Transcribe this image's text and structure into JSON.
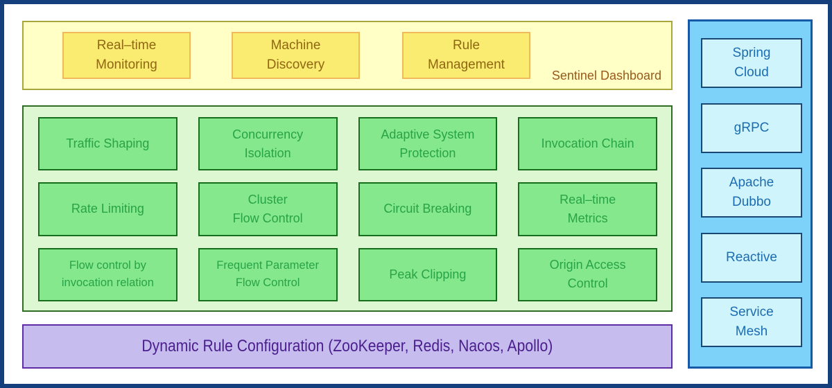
{
  "dashboard": {
    "title": "Sentinel Dashboard",
    "items": [
      {
        "label": "Real–time\nMonitoring"
      },
      {
        "label": "Machine\nDiscovery"
      },
      {
        "label": "Rule\nManagement"
      }
    ]
  },
  "features": {
    "items": [
      {
        "label": "Traffic Shaping"
      },
      {
        "label": "Concurrency\nIsolation"
      },
      {
        "label": "Adaptive System\nProtection"
      },
      {
        "label": "Invocation Chain"
      },
      {
        "label": "Rate Limiting"
      },
      {
        "label": "Cluster\nFlow Control"
      },
      {
        "label": "Circuit Breaking"
      },
      {
        "label": "Real–time\nMetrics"
      },
      {
        "label": "Flow control by\ninvocation relation"
      },
      {
        "label": "Frequent Parameter\nFlow Control"
      },
      {
        "label": "Peak Clipping"
      },
      {
        "label": "Origin Access\nControl"
      }
    ]
  },
  "config": {
    "label": "Dynamic Rule Configuration (ZooKeeper, Redis, Nacos, Apollo)"
  },
  "ecosystem": {
    "items": [
      {
        "label": "Spring\nCloud"
      },
      {
        "label": "gRPC"
      },
      {
        "label": "Apache\nDubbo"
      },
      {
        "label": "Reactive"
      },
      {
        "label": "Service\nMesh"
      }
    ]
  },
  "colors": {
    "frame_border": "#153E7D",
    "dashboard_bg": "#FFFFC6",
    "dashboard_box_bg": "#FAEB71",
    "dashboard_box_border": "#F0BA5C",
    "dashboard_text": "#906711",
    "features_bg": "#DDF7D3",
    "feature_box_bg": "#85E88C",
    "feature_box_border": "#176E1D",
    "feature_text": "#28A347",
    "config_bg": "#C6BCEE",
    "config_border": "#5E2DA6",
    "config_text": "#4B1E8E",
    "ecosystem_bg": "#7DD2F9",
    "ecosystem_border": "#1659A8",
    "ecosystem_box_bg": "#CFF4FC",
    "ecosystem_text": "#1C6CB2"
  }
}
